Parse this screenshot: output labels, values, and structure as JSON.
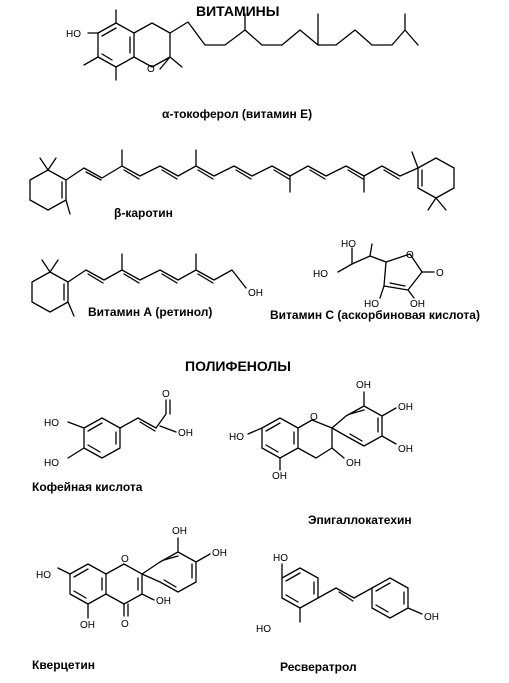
{
  "headings": {
    "vitamins": "ВИТАМИНЫ",
    "polyphenols": "ПОЛИФЕНОЛЫ"
  },
  "captions": {
    "tocopherol": "α-токоферол (витамин Е)",
    "carotene": "β-каротин",
    "retinol": "Витамин А (ретинол)",
    "ascorbic": "Витамин С (аскорбиновая кислота)",
    "caffeic": "Кофейная кислота",
    "egcg": "Эпигаллокатехин",
    "quercetin": "Кверцетин",
    "resveratrol": "Ресвератрол"
  },
  "atoms": {
    "oh": "OH",
    "ho": "HO",
    "o": "O"
  }
}
